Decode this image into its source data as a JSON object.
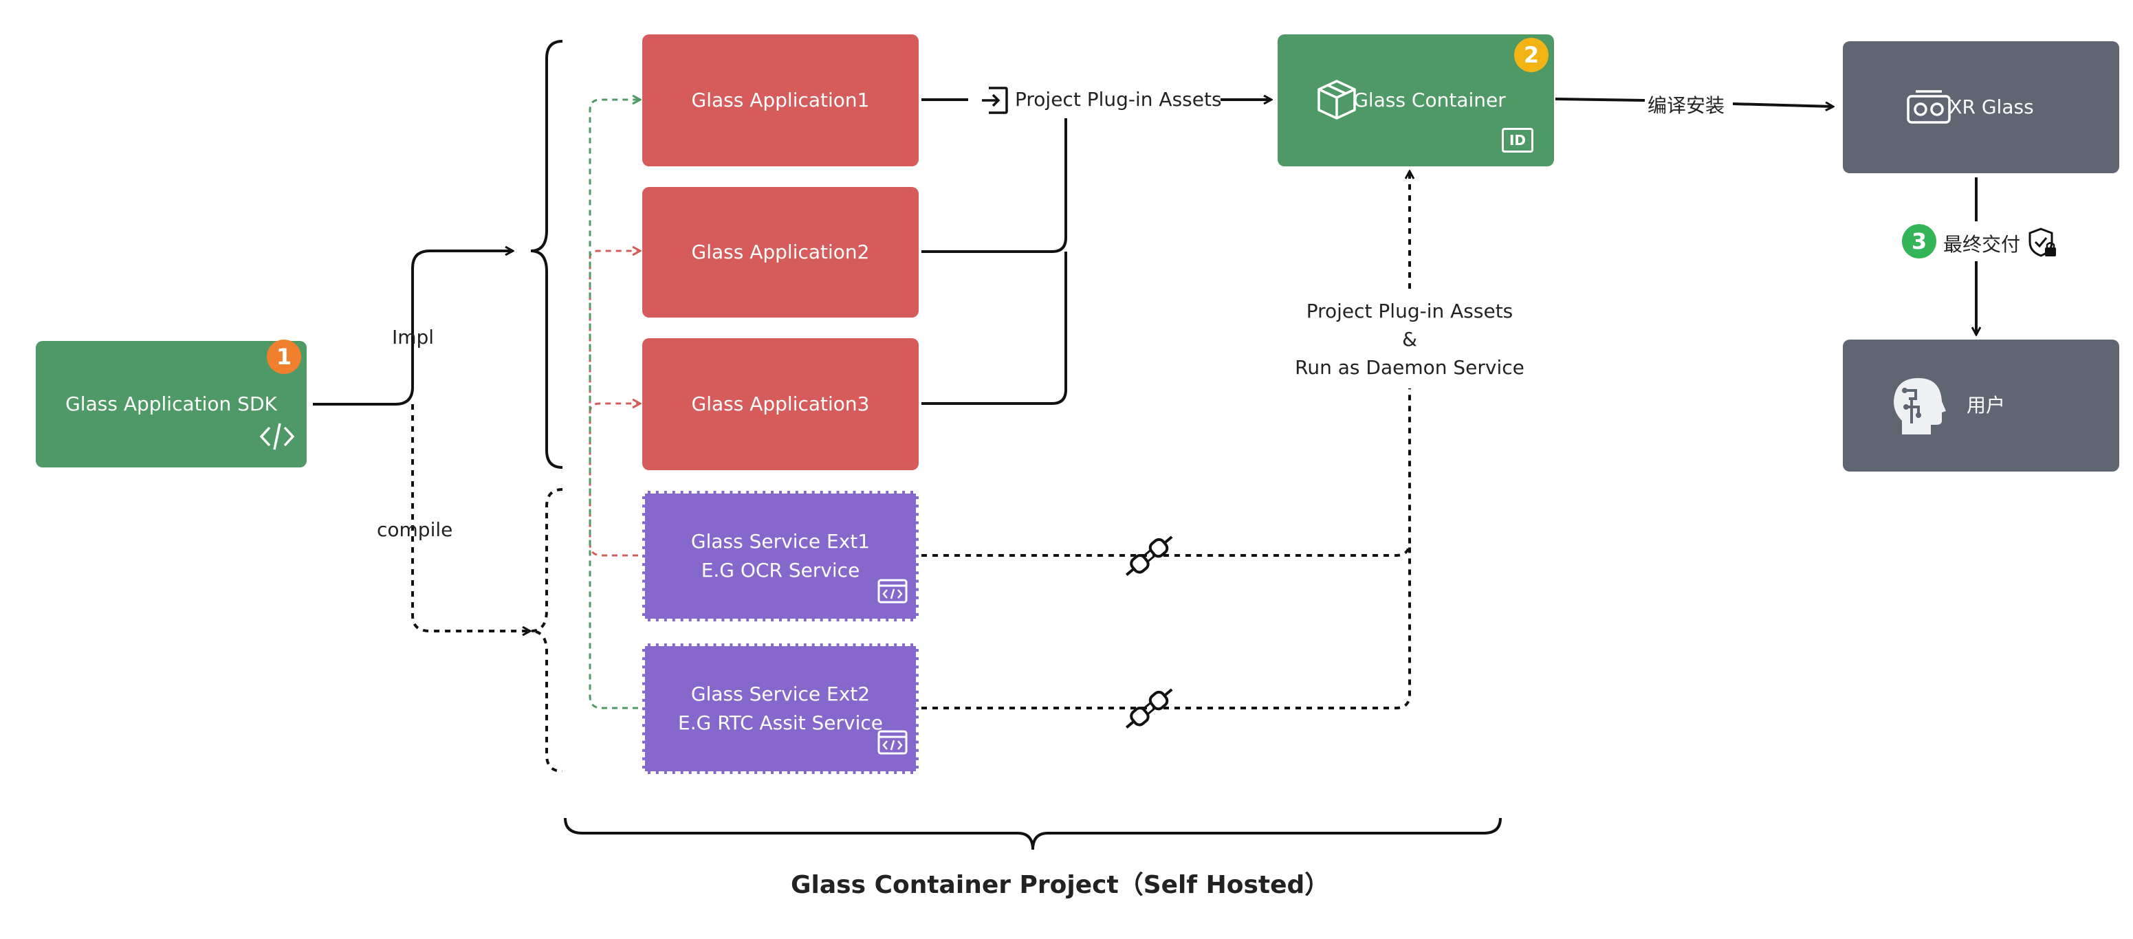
{
  "sdk": {
    "label": "Glass Application SDK",
    "badge": "1"
  },
  "edges": {
    "impl": "Impl",
    "compile": "compile"
  },
  "apps": [
    "Glass Application1",
    "Glass Application2",
    "Glass Application3"
  ],
  "services": [
    {
      "line1": "Glass Service Ext1",
      "line2": "E.G OCR Service"
    },
    {
      "line1": "Glass Service Ext2",
      "line2": "E.G RTC Assit Service"
    }
  ],
  "plugin_assets": "Project Plug-in Assets",
  "container": {
    "label": "Glass Container",
    "badge": "2",
    "id_tag": "ID"
  },
  "daemon": {
    "line1": "Project Plug-in Assets",
    "line2": "&",
    "line3": "Run as Daemon Service"
  },
  "install": "编译安装",
  "xr": {
    "label": "XR Glass"
  },
  "delivery": {
    "badge": "3",
    "label": "最终交付"
  },
  "user": {
    "label": "用户"
  },
  "project": {
    "title": "Glass Container Project（Self Hosted）"
  },
  "colors": {
    "green": "#4f9966",
    "red": "#d55c5b",
    "purple": "#8667cc",
    "gray": "#5f6672",
    "badge1": "#f07f2e",
    "badge2": "#f2b314",
    "badge3": "#33b558"
  }
}
